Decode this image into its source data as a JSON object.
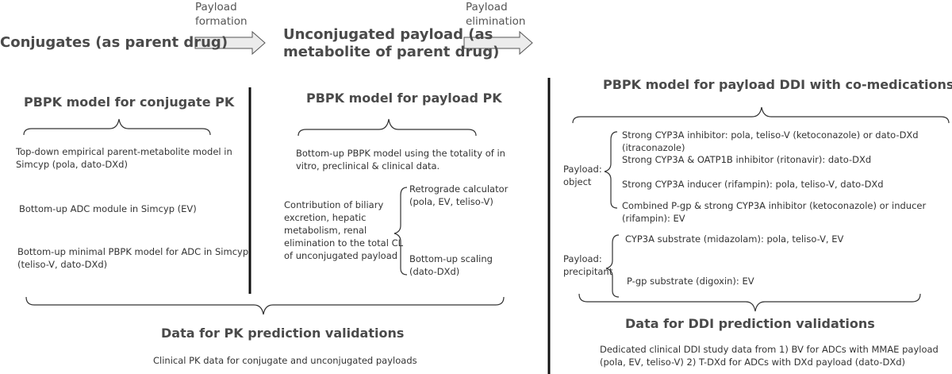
{
  "top": {
    "conjugates": "Conjugates (as parent drug)",
    "formation_label": "Payload\nformation",
    "unconjugated": "Unconjugated payload (as\nmetabolite of parent drug)",
    "elimination_label": "Payload\nelimination"
  },
  "left": {
    "heading": "PBPK model for conjugate PK",
    "item1": "Top-down empirical parent-metabolite model in\nSimcyp (pola, dato-DXd)",
    "item2": "Bottom-up ADC module in Simcyp (EV)",
    "item3": "Bottom-up minimal PBPK model for ADC in Simcyp\n(teliso-V, dato-DXd)"
  },
  "middle": {
    "heading": "PBPK model for payload PK",
    "item1": "Bottom-up PBPK model using the totality of in\nvitro, preclinical & clinical data.",
    "contribution": "Contribution of biliary\nexcretion, hepatic\nmetabolism, renal\nelimination to the total CL\nof unconjugated payload",
    "retro": "Retrograde calculator\n(pola, EV, teliso-V)",
    "scaling": "Bottom-up  scaling\n(dato-DXd)"
  },
  "pk_validation": {
    "heading": "Data for PK prediction validations",
    "text": "Clinical PK data for conjugate and unconjugated payloads"
  },
  "right": {
    "heading": "PBPK model for payload DDI with co-medications",
    "object_label": "Payload:\nobject",
    "obj1": "Strong CYP3A inhibitor: pola, teliso-V (ketoconazole) or dato-DXd\n(itraconazole)",
    "obj2": "Strong CYP3A & OATP1B inhibitor (ritonavir): dato-DXd",
    "obj3": "Strong CYP3A  inducer (rifampin): pola, teliso-V, dato-DXd",
    "obj4": "Combined P-gp & strong CYP3A inhibitor (ketoconazole) or inducer (rifampin): EV",
    "precip_label": "Payload:\nprecipitant",
    "pre1": "CYP3A substrate (midazolam): pola, teliso-V, EV",
    "pre2": "P-gp substrate (digoxin): EV"
  },
  "ddi_validation": {
    "heading": "Data for DDI prediction validations",
    "text": "Dedicated clinical DDI study data from 1) BV for ADCs with MMAE payload\n(pola, EV, teliso-V) 2) T-DXd for ADCs with DXd payload (dato-DXd)"
  },
  "colors": {
    "text": "#3a3a3a",
    "divider": "#111111",
    "arrow_fill": "#ececec",
    "arrow_stroke": "#555555"
  }
}
